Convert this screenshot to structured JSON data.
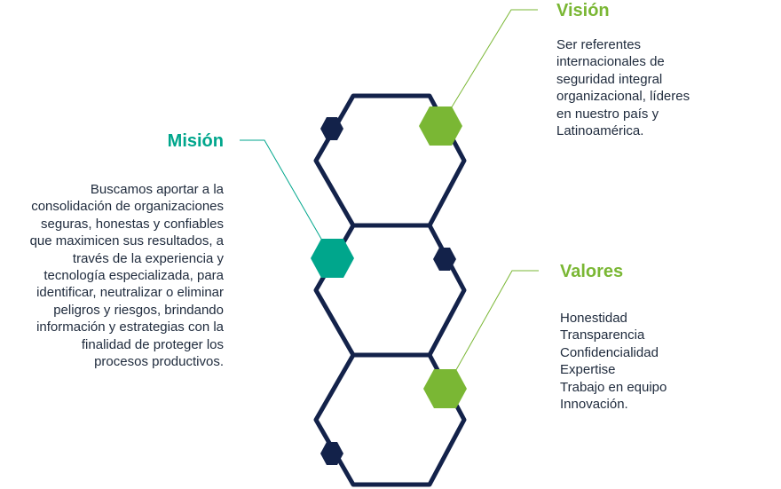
{
  "colors": {
    "navy": "#13224a",
    "green": "#7ab734",
    "teal": "#00a68c",
    "body_text": "#1e2a3c"
  },
  "sections": {
    "mision": {
      "title": "Misión",
      "text": "Buscamos aportar a la\nconsolidación de organizaciones\nseguras, honestas y confiables\nque maximicen sus resultados, a\ntravés de la experiencia y\ntecnología especializada,  para\nidentificar, neutralizar o eliminar\npeligros y riesgos, brindando\ninformación y estrategias con la\nfinalidad de proteger los\nprocesos productivos."
    },
    "vision": {
      "title": "Visión",
      "text": "Ser referentes\ninternacionales de\nseguridad integral\norganizacional,  líderes\nen nuestro país y\nLatinoamérica."
    },
    "valores": {
      "title": "Valores",
      "text": "Honestidad\nTransparencia\nConfidencialidad\nExpertise\nTrabajo en equipo\nInnovación."
    }
  }
}
